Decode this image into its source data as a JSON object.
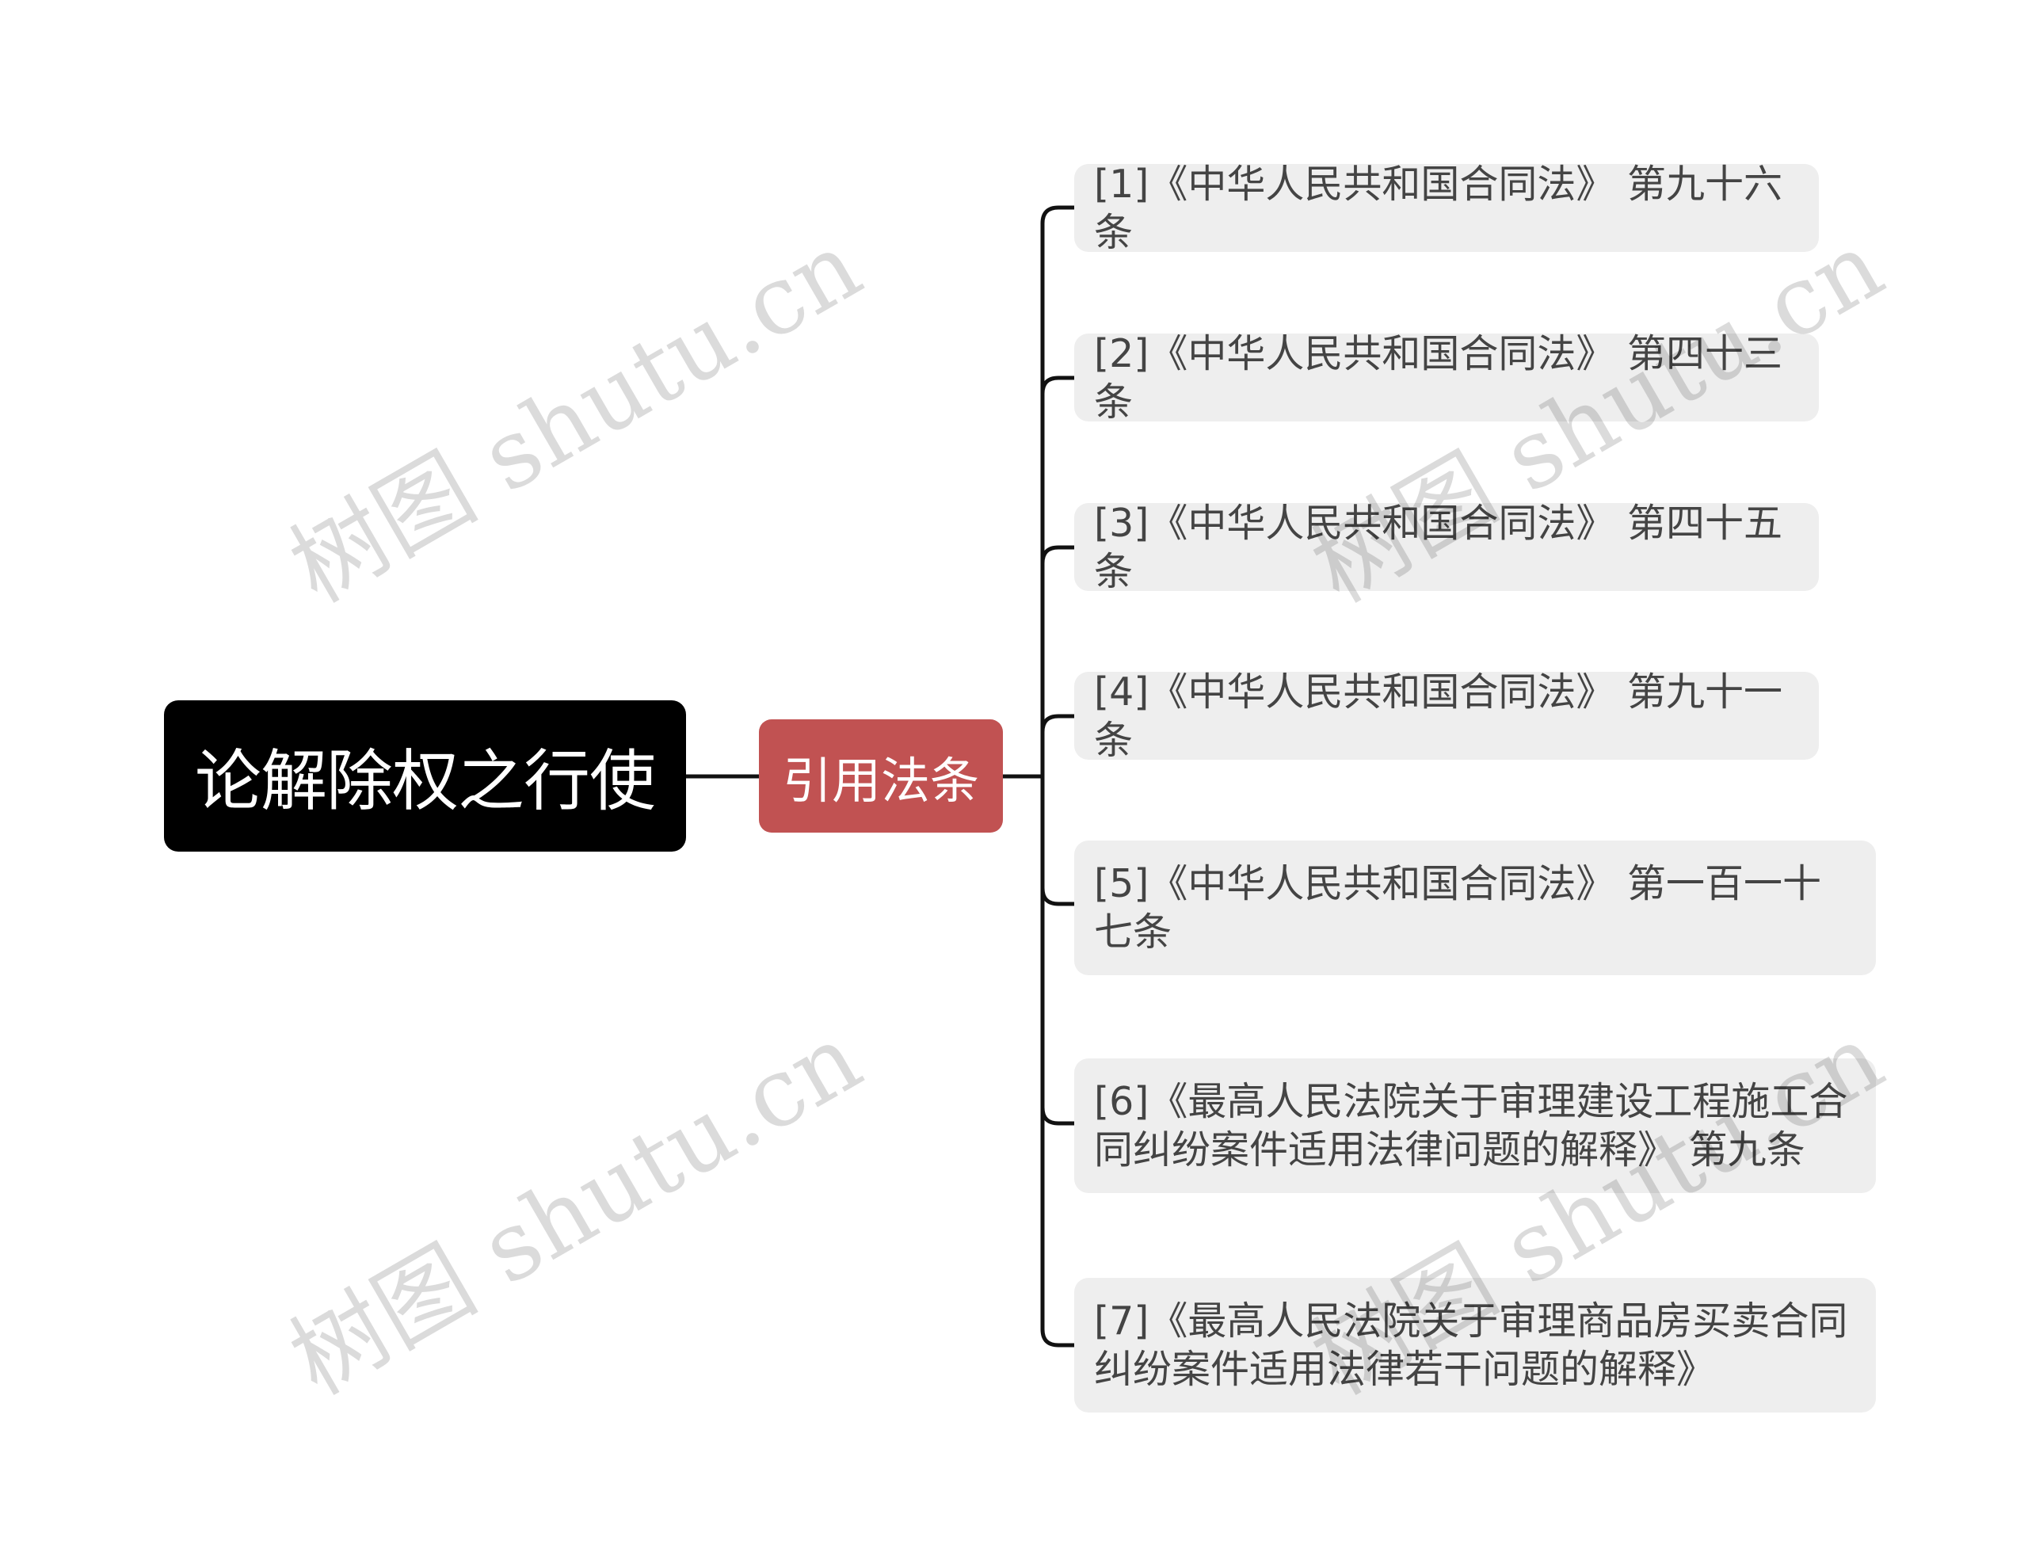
{
  "root": {
    "label": "论解除权之行使"
  },
  "branch": {
    "label": "引用法条"
  },
  "leaves": [
    {
      "label": "[1]《中华人民共和国合同法》 第九十六条"
    },
    {
      "label": "[2]《中华人民共和国合同法》 第四十三条"
    },
    {
      "label": "[3]《中华人民共和国合同法》 第四十五条"
    },
    {
      "label": "[4]《中华人民共和国合同法》 第九十一条"
    },
    {
      "label": "[5]《中华人民共和国合同法》 第一百一十七条"
    },
    {
      "label": "[6]《最高人民法院关于审理建设工程施工合同纠纷案件适用法律问题的解释》 第九条"
    },
    {
      "label": "[7]《最高人民法院关于审理商品房买卖合同纠纷案件适用法律若干问题的解释》"
    }
  ],
  "watermark": "树图 shutu.cn",
  "colors": {
    "root_bg": "#000000",
    "branch_bg": "#c15252",
    "leaf_bg": "#eeeeee",
    "line": "#111111"
  }
}
